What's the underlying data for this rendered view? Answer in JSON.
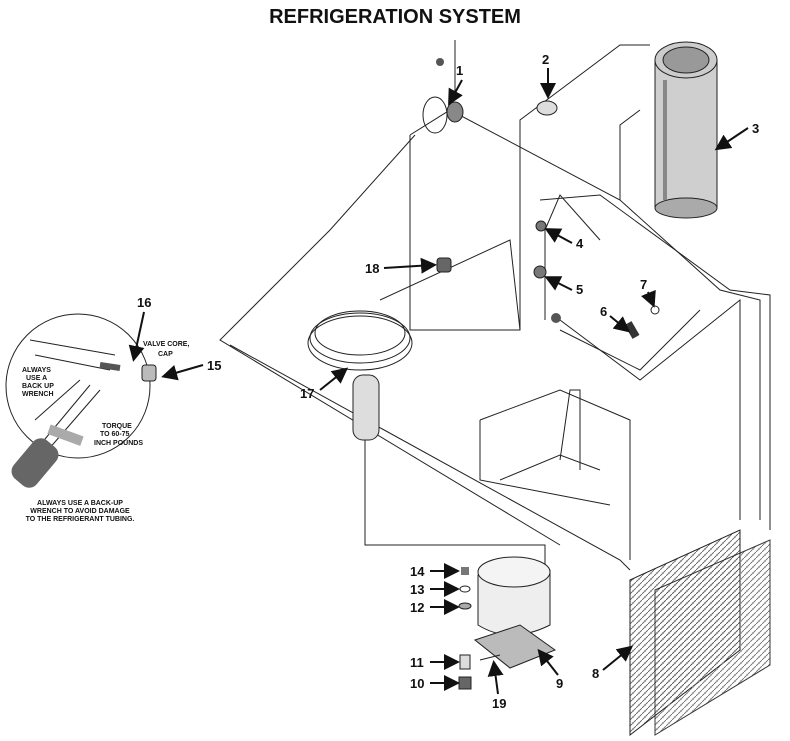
{
  "title": "REFRIGERATION SYSTEM",
  "callouts": [
    "1",
    "2",
    "3",
    "4",
    "5",
    "6",
    "7",
    "8",
    "9",
    "10",
    "11",
    "12",
    "13",
    "14",
    "15",
    "16",
    "17",
    "18",
    "19"
  ],
  "inset": {
    "valve_core": "VALVE CORE,",
    "cap": "CAP",
    "backup_note": [
      "ALWAYS",
      "USE A",
      "BACK UP",
      "WRENCH"
    ],
    "torque": [
      "TORQUE",
      "TO 60-75",
      "INCH POUNDS"
    ],
    "caption": [
      "ALWAYS USE A BACK-UP",
      "WRENCH TO AVOID DAMAGE",
      "TO THE REFRIGERANT TUBING."
    ]
  }
}
